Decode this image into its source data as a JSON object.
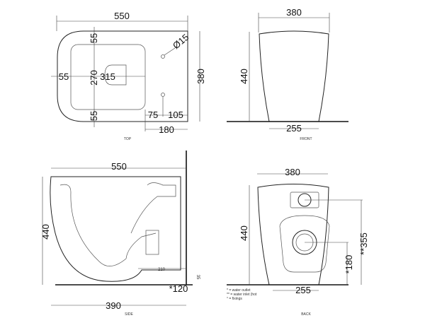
{
  "views": {
    "top": {
      "caption": "TOP",
      "dims": {
        "width": "550",
        "depth": "380",
        "left_rim": "55",
        "top_rim": "55",
        "bottom_rim": "55",
        "inner_width": "315",
        "inner_depth": "270",
        "hole_dia": "Ø15",
        "hole_offset": "75",
        "hole_to_back": "105",
        "back_zone": "180"
      }
    },
    "front": {
      "caption": "FRONT",
      "dims": {
        "top_width": "380",
        "height": "440",
        "base_width": "255"
      }
    },
    "side": {
      "caption": "SIDE",
      "dims": {
        "length": "550",
        "height": "440",
        "base": "390",
        "outlet": "*120",
        "small_210": "210",
        "small_35": "35"
      }
    },
    "back": {
      "caption": "BACK",
      "dims": {
        "top_width": "380",
        "height": "440",
        "base_width": "255",
        "inlet_height": "**355",
        "outlet_height": "*180"
      }
    }
  },
  "legend": [
    "* = water outlet",
    "** = water inlet (hot",
    "° = fixings"
  ]
}
